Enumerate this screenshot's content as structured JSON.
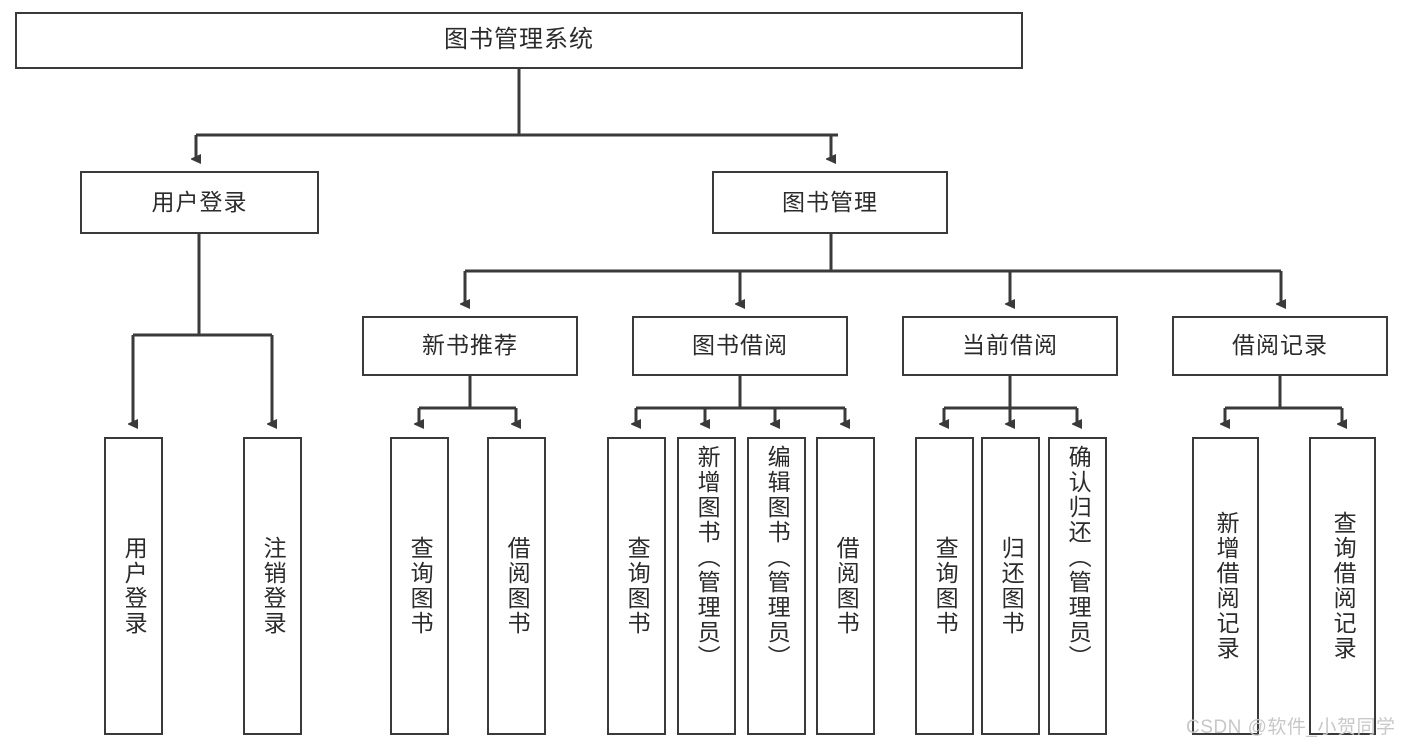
{
  "diagram": {
    "title": "图书管理系统",
    "type": "tree-hierarchy-chart",
    "root": {
      "label": "图书管理系统"
    },
    "level2": [
      {
        "label": "用户登录"
      },
      {
        "label": "图书管理"
      }
    ],
    "level3": [
      {
        "label": "新书推荐"
      },
      {
        "label": "图书借阅"
      },
      {
        "label": "当前借阅"
      },
      {
        "label": "借阅记录"
      }
    ],
    "leaves_user_login": [
      {
        "label": "用户登录"
      },
      {
        "label": "注销登录"
      }
    ],
    "leaves_new_book": [
      {
        "label": "查询图书"
      },
      {
        "label": "借阅图书"
      }
    ],
    "leaves_borrow": [
      {
        "label": "查询图书"
      },
      {
        "label": "新增图书（管理员）"
      },
      {
        "label": "编辑图书（管理员）"
      },
      {
        "label": "借阅图书"
      }
    ],
    "leaves_current": [
      {
        "label": "查询图书"
      },
      {
        "label": "归还图书"
      },
      {
        "label": "确认归还（管理员）"
      }
    ],
    "leaves_records": [
      {
        "label": "新增借阅记录"
      },
      {
        "label": "查询借阅记录"
      }
    ]
  },
  "watermark": {
    "text": "CSDN @软件_小贺同学"
  },
  "colors": {
    "stroke": "#3a3a3a",
    "text": "#2b2b2b",
    "background": "#ffffff",
    "watermark": "#c8c8c8"
  }
}
